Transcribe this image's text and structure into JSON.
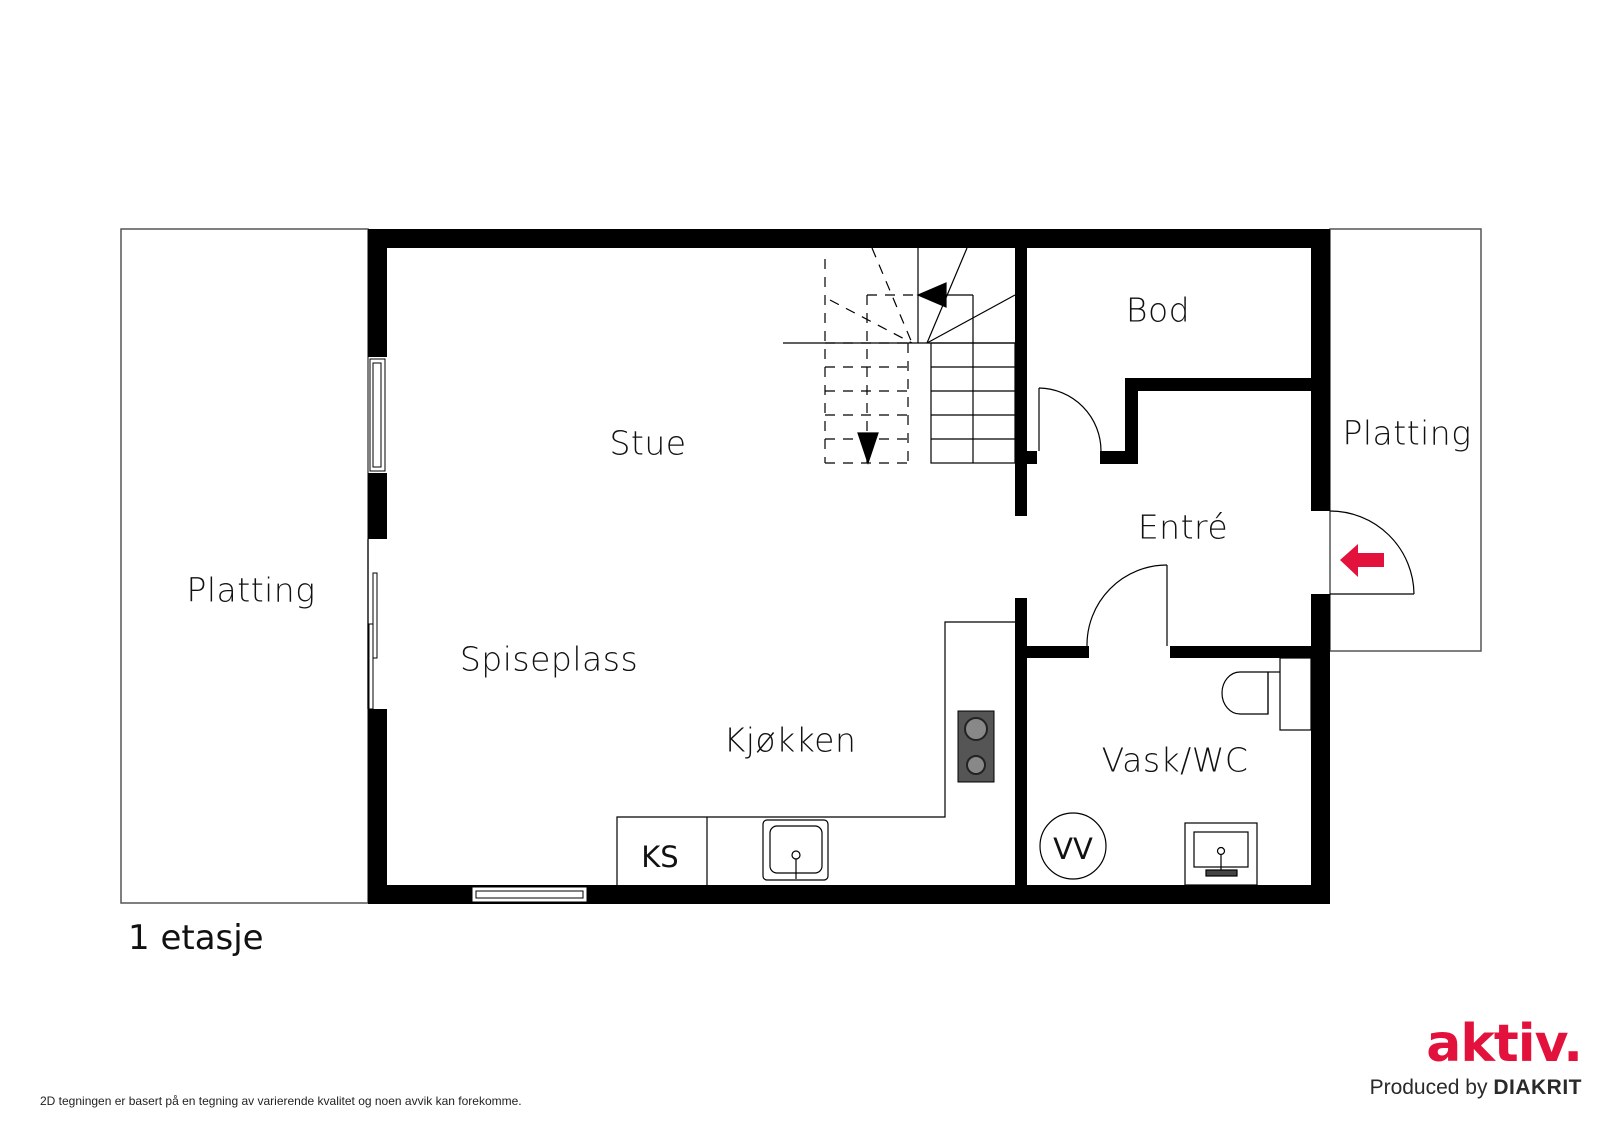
{
  "plan": {
    "floor_label": "1 etasje",
    "rooms": {
      "stue": "Stue",
      "spiseplass": "Spiseplass",
      "kjokken": "Kjøkken",
      "bod": "Bod",
      "entre": "Entré",
      "vask_wc": "Vask/WC",
      "platting_left": "Platting",
      "platting_right": "Platting"
    },
    "fixtures": {
      "ks": "KS",
      "vv": "VV"
    },
    "entrance_arrow_color": "#e2123c"
  },
  "footer": {
    "disclaimer": "2D tegningen er basert på en tegning av varierende kvalitet og noen avvik kan forekomme.",
    "brand_logo": "aktiv.",
    "brand_color": "#e2123c",
    "credit_prefix": "Produced by",
    "credit_company": "DIAKRIT"
  }
}
